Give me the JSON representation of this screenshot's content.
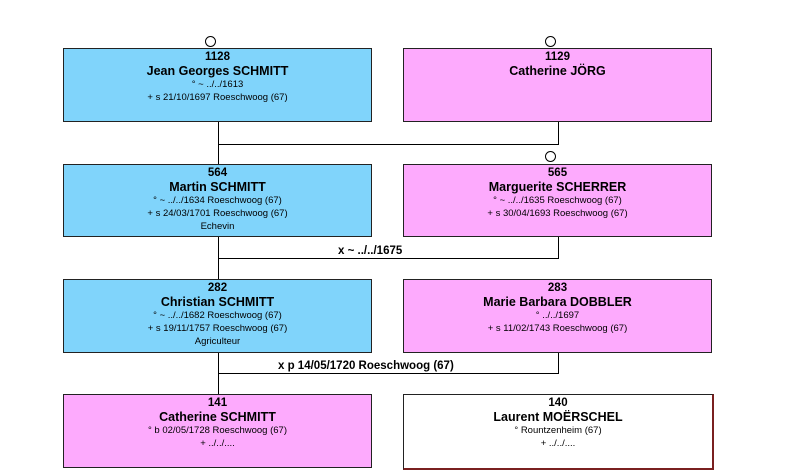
{
  "persons": {
    "p1128": {
      "number": "1128",
      "name": "Jean Georges SCHMITT",
      "lines": [
        "° ~ ../../1613",
        "+ s 21/10/1697 Roeschwoog (67)"
      ]
    },
    "p1129": {
      "number": "1129",
      "name": "Catherine JÖRG",
      "lines": []
    },
    "p564": {
      "number": "564",
      "name": "Martin SCHMITT",
      "lines": [
        "° ~ ../../1634 Roeschwoog (67)",
        "+ s 24/03/1701 Roeschwoog (67)",
        "Echevin"
      ]
    },
    "p565": {
      "number": "565",
      "name": "Marguerite SCHERRER",
      "lines": [
        "° ~ ../../1635 Roeschwoog (67)",
        "+ s 30/04/1693 Roeschwoog (67)"
      ]
    },
    "p282": {
      "number": "282",
      "name": "Christian SCHMITT",
      "lines": [
        "° ~ ../../1682 Roeschwoog (67)",
        "+ s 19/11/1757 Roeschwoog (67)",
        "Agriculteur"
      ]
    },
    "p283": {
      "number": "283",
      "name": "Marie Barbara DOBBLER",
      "lines": [
        "° ../../1697",
        "+ s 11/02/1743 Roeschwoog (67)"
      ]
    },
    "p141": {
      "number": "141",
      "name": "Catherine SCHMITT",
      "lines": [
        "° b 02/05/1728 Roeschwoog (67)",
        "+ ../../...."
      ]
    },
    "p140": {
      "number": "140",
      "name": "Laurent MOËRSCHEL",
      "lines": [
        "° Rountzenheim (67)",
        "+ ../../...."
      ]
    }
  },
  "marriages": {
    "m564_565": "x ~ ../../1675",
    "m282_283": "x p 14/05/1720 Roeschwoog (67)"
  }
}
